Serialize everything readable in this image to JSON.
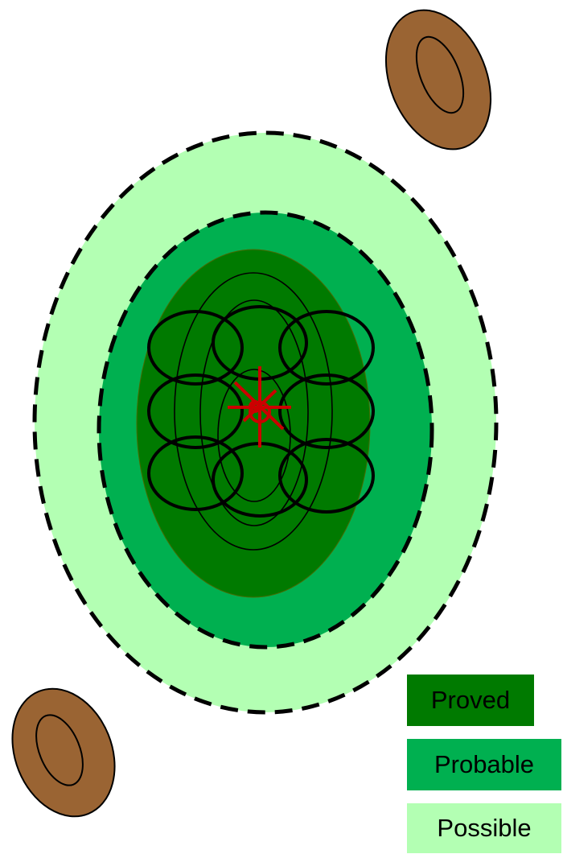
{
  "legend": {
    "items": [
      {
        "label": "Proved",
        "color": "#007a00"
      },
      {
        "label": "Probable",
        "color": "#00b050"
      },
      {
        "label": "Possible",
        "color": "#b3ffb3"
      }
    ]
  },
  "colors": {
    "possible": "#b3ffb3",
    "probable": "#00b050",
    "proved": "#007a00",
    "well_marker": "#cc0000",
    "dry_hole_fill": "#9a6433",
    "outline": "#000000"
  },
  "icons": {
    "well_marker": "red-crosshair-well-icon",
    "dry_hole": "brown-dry-hole-icon"
  }
}
